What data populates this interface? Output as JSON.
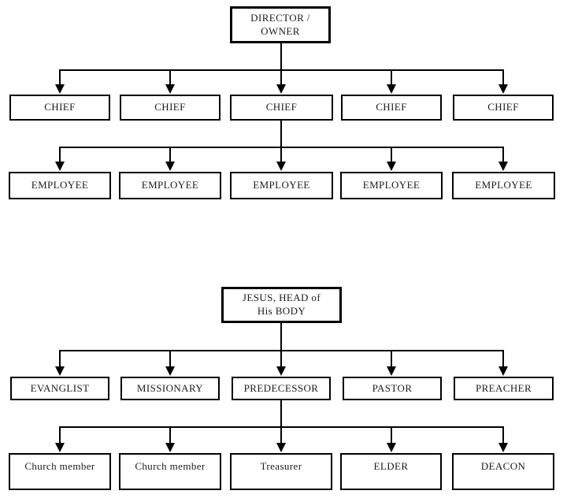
{
  "company_chart": {
    "root": {
      "line1": "DIRECTOR /",
      "line2": "OWNER"
    },
    "managers": [
      "CHIEF",
      "CHIEF",
      "CHIEF",
      "CHIEF",
      "CHIEF"
    ],
    "staff": [
      "EMPLOYEE",
      "EMPLOYEE",
      "EMPLOYEE",
      "EMPLOYEE",
      "EMPLOYEE"
    ]
  },
  "church_chart": {
    "root": {
      "line1": "JESUS, HEAD of",
      "line2": "His BODY"
    },
    "ministers": [
      "EVANGLIST",
      "MISSIONARY",
      "PREDECESSOR",
      "PASTOR",
      "PREACHER"
    ],
    "members": [
      "Church member",
      "Church member",
      "Treasurer",
      "ELDER",
      "DEACON"
    ]
  },
  "colors": {
    "line": "#000000",
    "text": "#1c1c1c",
    "background": "#ffffff"
  }
}
